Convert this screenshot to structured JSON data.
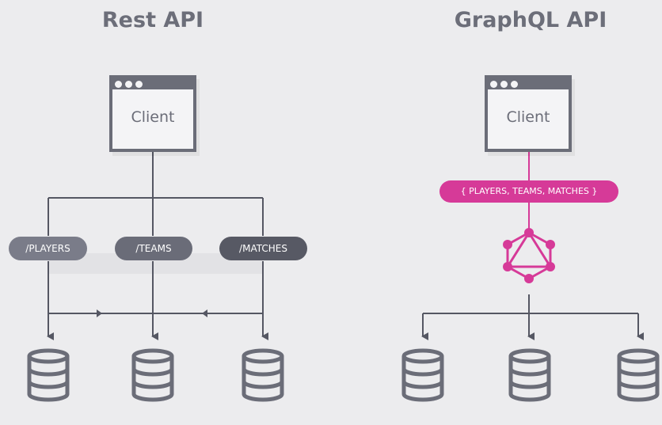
{
  "rest": {
    "title": "Rest API",
    "client_label": "Client",
    "endpoints": [
      "/PLAYERS",
      "/TEAMS",
      "/MATCHES"
    ]
  },
  "graphql": {
    "title": "GraphQL API",
    "client_label": "Client",
    "query_label": "{ PLAYERS, TEAMS, MATCHES }"
  },
  "colors": {
    "background": "#ececee",
    "gray": "#6b6d78",
    "pink": "#d63a98"
  },
  "icons": {
    "client": "browser-window-icon",
    "server": "graphql-logo-icon",
    "database": "database-icon"
  }
}
